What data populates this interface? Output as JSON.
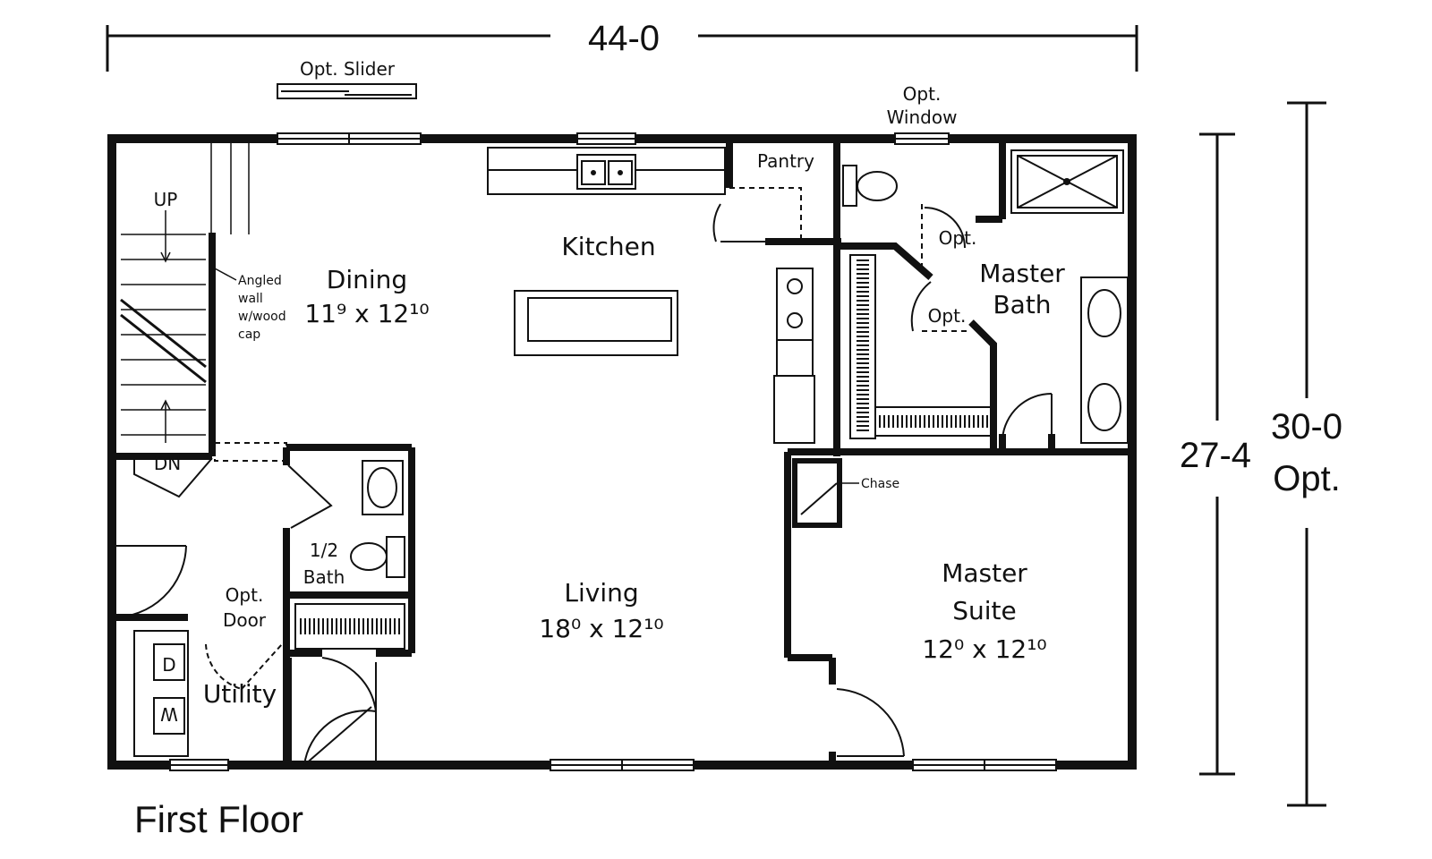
{
  "plan": {
    "title": "First Floor",
    "dimensions": {
      "width": "44-0",
      "depth": "27-4",
      "depth_opt": "30-0",
      "depth_opt_suffix": "Opt."
    },
    "rooms": {
      "dining": {
        "name": "Dining",
        "size": "11⁹ x 12¹⁰"
      },
      "kitchen": {
        "name": "Kitchen"
      },
      "pantry": {
        "name": "Pantry"
      },
      "living": {
        "name": "Living",
        "size": "18⁰ x 12¹⁰"
      },
      "master_bath": {
        "name_line1": "Master",
        "name_line2": "Bath"
      },
      "master_suite": {
        "name_line1": "Master",
        "name_line2": "Suite",
        "size": "12⁰ x 12¹⁰"
      },
      "half_bath": {
        "name_line1": "1/2",
        "name_line2": "Bath"
      },
      "utility": {
        "name": "Utility"
      }
    },
    "notes": {
      "opt_slider": "Opt. Slider",
      "opt_window_line1": "Opt.",
      "opt_window_line2": "Window",
      "opt": "Opt.",
      "opt_door_line1": "Opt.",
      "opt_door_line2": "Door",
      "chase": "Chase",
      "angled_wall": [
        "Angled",
        "wall",
        "w/wood",
        "cap"
      ],
      "stairs_up": "UP",
      "stairs_down": "DN",
      "dryer": "D",
      "washer": "W"
    }
  }
}
